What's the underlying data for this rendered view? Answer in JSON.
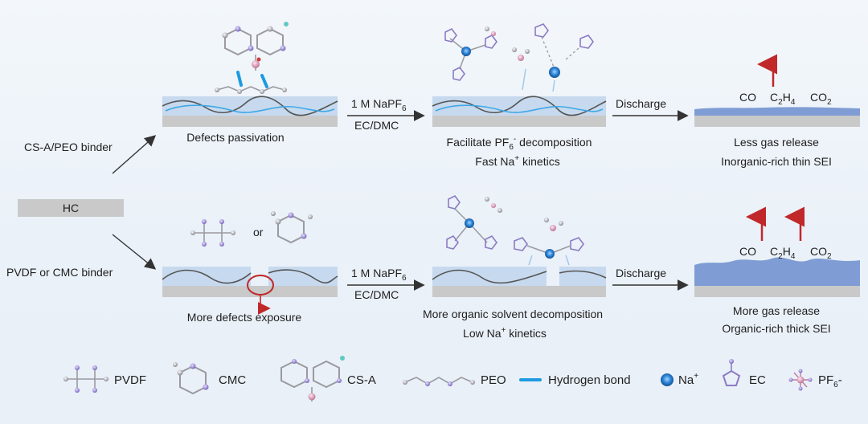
{
  "hc_label": "HC",
  "binders": {
    "top": "CS-A/PEO binder",
    "bottom": "PVDF or CMC binder"
  },
  "or_label": "or",
  "electrolyte": {
    "top_line1": "1 M NaPF",
    "top_line1_sub": "6",
    "top_line2": "EC/DMC",
    "bottom_line1": "1 M NaPF",
    "bottom_line1_sub": "6",
    "bottom_line2": "EC/DMC"
  },
  "discharge": {
    "top": "Discharge",
    "bottom": "Discharge"
  },
  "captions": {
    "top_stage1": "Defects passivation",
    "top_stage2_a": "Facilitate PF",
    "top_stage2_a_sub": "6",
    "top_stage2_a_sup": "-",
    "top_stage2_a_end": " decomposition",
    "top_stage2_b": "Fast Na",
    "top_stage2_b_sup": "+",
    "top_stage2_b_end": "   kinetics",
    "top_stage3_a": "Less gas release",
    "top_stage3_b": "Inorganic-rich  thin SEI",
    "bottom_stage1": "More defects exposure",
    "bottom_stage2_a": "More organic solvent decomposition",
    "bottom_stage2_b": "Low  Na",
    "bottom_stage2_b_sup": "+",
    "bottom_stage2_b_end": "  kinetics",
    "bottom_stage3_a": "More gas release",
    "bottom_stage3_b": "Organic-rich  thick SEI"
  },
  "gases": {
    "co": "CO",
    "c2h4_c": "C",
    "c2h4_sub1": "2",
    "c2h4_h": "H",
    "c2h4_sub2": "4",
    "co2_co": "CO",
    "co2_sub": "2"
  },
  "legend": {
    "pvdf": "PVDF",
    "cmc": "CMC",
    "csa": "CS-A",
    "peo": "PEO",
    "hbond": "Hydrogen bond",
    "na": "Na",
    "na_sup": "+",
    "ec": "EC",
    "pf6": "PF",
    "pf6_sub": "6",
    "pf6_end": "-"
  },
  "colors": {
    "electrode": "#c9c9c9",
    "binder_layer": "#c6d9ee",
    "sei": "#7f9dd4",
    "arrow": "#333333",
    "gas_arrow": "#c0282a",
    "hbond": "#1e9be0",
    "na_ion": "#1f6fc2",
    "atom_grey": "#9a9aa0",
    "atom_purple": "#8c7bc4"
  }
}
